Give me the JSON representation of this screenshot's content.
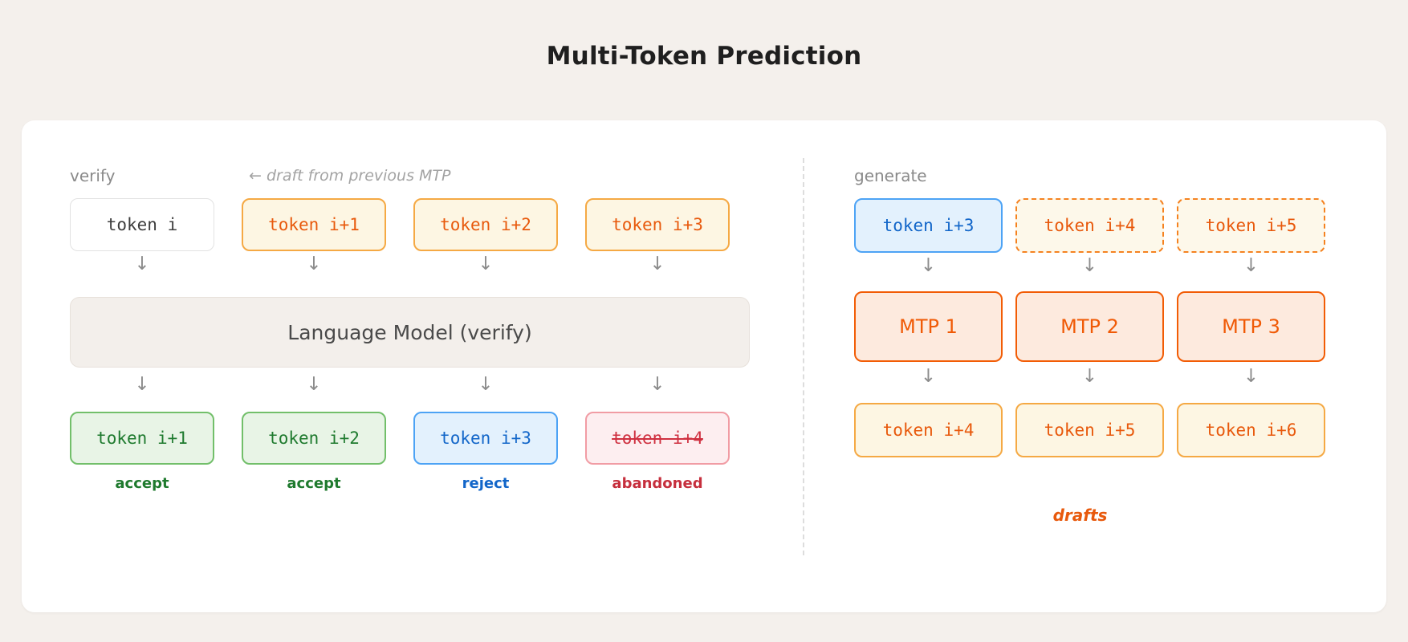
{
  "title": "Multi-Token Prediction",
  "left_panel": {
    "header": "verify",
    "note": "← draft from previous MTP",
    "input_row": [
      {
        "text": "token i",
        "style": "plain"
      },
      {
        "text": "token i+1",
        "style": "draft"
      },
      {
        "text": "token i+2",
        "style": "draft"
      },
      {
        "text": "token i+3",
        "style": "draft"
      }
    ],
    "model_box": "Language Model (verify)",
    "output_row": [
      {
        "text": "token i+1",
        "style": "accept"
      },
      {
        "text": "token i+2",
        "style": "accept"
      },
      {
        "text": "token i+3",
        "style": "reject"
      },
      {
        "text": "token i+4",
        "style": "abandon"
      }
    ],
    "captions": [
      {
        "text": "accept",
        "style": "accept"
      },
      {
        "text": "accept",
        "style": "accept"
      },
      {
        "text": "reject",
        "style": "reject"
      },
      {
        "text": "abandoned",
        "style": "abandon"
      }
    ],
    "arrow_glyph": "↓"
  },
  "right_panel": {
    "header": "generate",
    "input_row": [
      {
        "text": "token i+3",
        "style": "reject"
      },
      {
        "text": "token i+4",
        "style": "draft-dashed"
      },
      {
        "text": "token i+5",
        "style": "draft-dashed"
      }
    ],
    "mtp_row": [
      {
        "text": "MTP 1"
      },
      {
        "text": "MTP 2"
      },
      {
        "text": "MTP 3"
      }
    ],
    "output_row": [
      {
        "text": "token i+4",
        "style": "draft"
      },
      {
        "text": "token i+5",
        "style": "draft"
      },
      {
        "text": "token i+6",
        "style": "draft"
      }
    ],
    "caption": "drafts",
    "arrow_glyph": "↓"
  },
  "colors": {
    "page_background": "#f4f0ec",
    "card_background": "#ffffff",
    "orange": "#e8590c",
    "orange_strong": "#f25c05",
    "green": "#1f7a2e",
    "blue": "#1266c9",
    "red": "#c62f3d",
    "gray_text": "#8a8a8a"
  }
}
